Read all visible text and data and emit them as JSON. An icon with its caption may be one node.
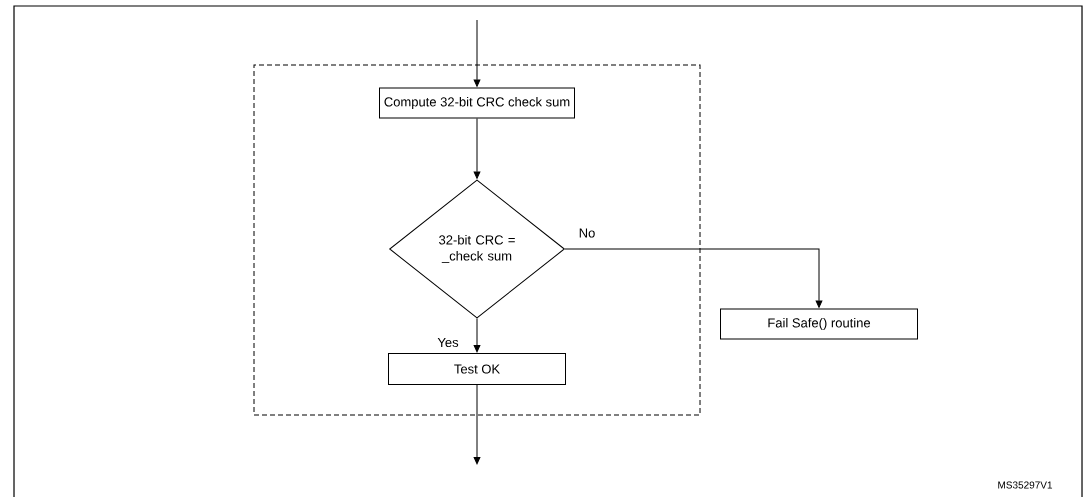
{
  "diagram": {
    "nodes": [
      {
        "text": [],
        "shape": "box"
      },
      {
        "text": [
          "Compute 32-bit CRC check sum"
        ],
        "in": 0
      },
      {
        "text": [
          "32-bit CRC = _check sum"
        ],
        "in": 0
      },
      {
        "text": [
          "Test OK"
        ],
        "in": 0
      },
      {
        "text": [
          "Fail Safe() routine"
        ]
      }
    ],
    "edges": [
      {
        "from": null,
        "to": 1,
        "arrow": "to"
      },
      {
        "from": 1,
        "to": 2,
        "arrow": "to"
      },
      {
        "from": 2,
        "to": 3,
        "arrow": "to",
        "label": "Yes"
      },
      {
        "from": 2,
        "to": 4,
        "arrow": "to",
        "label": "No"
      },
      {
        "from": 3,
        "to": null,
        "arrow": "to"
      }
    ],
    "labels": [
      "MS35297V1"
    ]
  }
}
